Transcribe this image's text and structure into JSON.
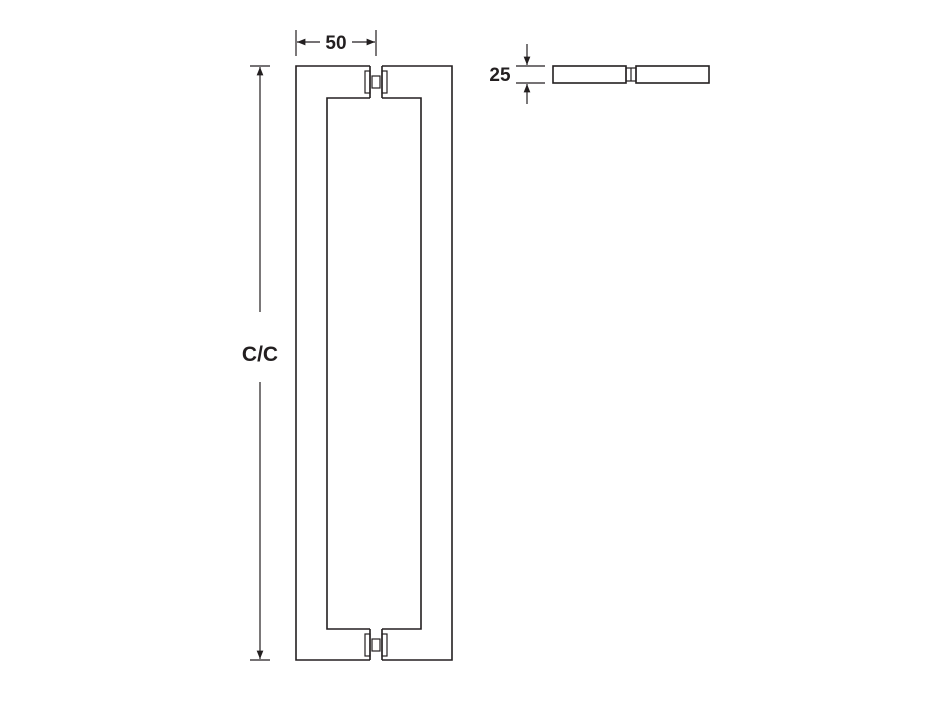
{
  "dimensions": {
    "width_label": "50",
    "depth_label": "25",
    "centres_label": "C/C"
  },
  "colors": {
    "ink": "#231f20",
    "background": "#ffffff"
  }
}
